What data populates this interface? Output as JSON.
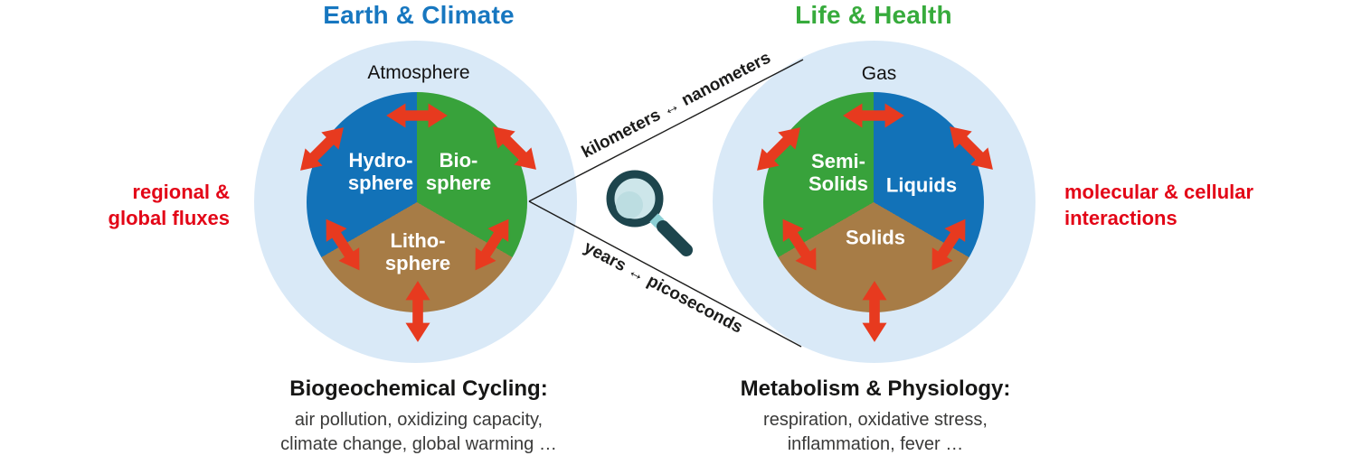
{
  "left": {
    "title": "Earth & Climate",
    "ring_label": "Atmosphere",
    "segment_left": "Hydro-\nsphere",
    "segment_right": "Bio-\nsphere",
    "segment_bottom": "Litho-\nsphere",
    "side_label": "regional &\nglobal fluxes",
    "caption_title": "Biogeochemical Cycling:",
    "caption_body": "air pollution, oxidizing capacity,\nclimate change, global warming …"
  },
  "right": {
    "title": "Life & Health",
    "ring_label": "Gas",
    "segment_left": "Semi-\nSolids",
    "segment_right": "Liquids",
    "segment_bottom": "Solids",
    "side_label": "molecular & cellular\ninteractions",
    "caption_title": "Metabolism & Physiology:",
    "caption_body": "respiration, oxidative stress,\ninflammation, fever …"
  },
  "scale": {
    "top_label": "kilometers ↔ nanometers",
    "bottom_label": "years ↔ picoseconds"
  },
  "colors": {
    "earth_title": "#1777c0",
    "life_title": "#37ab3c",
    "side_text_red": "#e30617",
    "arrow_red": "#e73a1f",
    "hydrosphere_blue": "#1272b8",
    "biosphere_green": "#38a23b",
    "lithosphere_brown": "#a77c46",
    "ring_light_blue": "#d9e9f7",
    "line_black": "#1c1c1b",
    "caption_gray": "#3a3a39",
    "magnifier_teal": "#1d454d",
    "magnifier_lens": "#cde6ea",
    "magnifier_band": "#8ccfd4"
  }
}
